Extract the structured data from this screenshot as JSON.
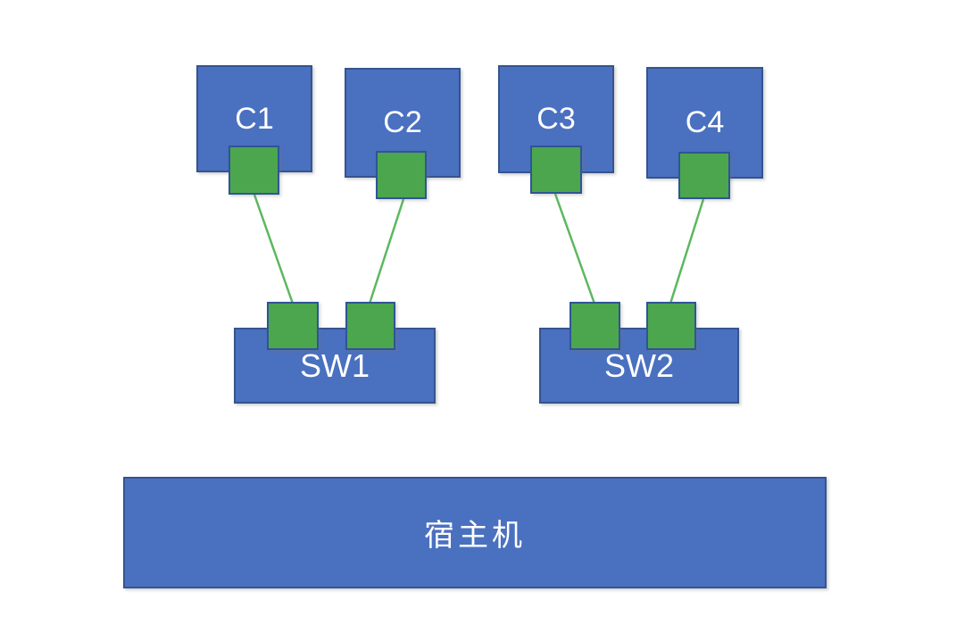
{
  "colors": {
    "node_fill": "#4a70c0",
    "node_border": "#35548f",
    "port_fill": "#4ca64e",
    "port_border": "#2e5596",
    "link": "#5cb85f",
    "label_text": "#ffffff"
  },
  "diagram": {
    "containers": [
      {
        "label": "C1"
      },
      {
        "label": "C2"
      },
      {
        "label": "C3"
      },
      {
        "label": "C4"
      }
    ],
    "switches": [
      {
        "label": "SW1"
      },
      {
        "label": "SW2"
      }
    ],
    "host": {
      "label": "宿主机"
    },
    "links": [
      {
        "from": "C1",
        "to": "SW1"
      },
      {
        "from": "C2",
        "to": "SW1"
      },
      {
        "from": "C3",
        "to": "SW2"
      },
      {
        "from": "C4",
        "to": "SW2"
      }
    ]
  }
}
